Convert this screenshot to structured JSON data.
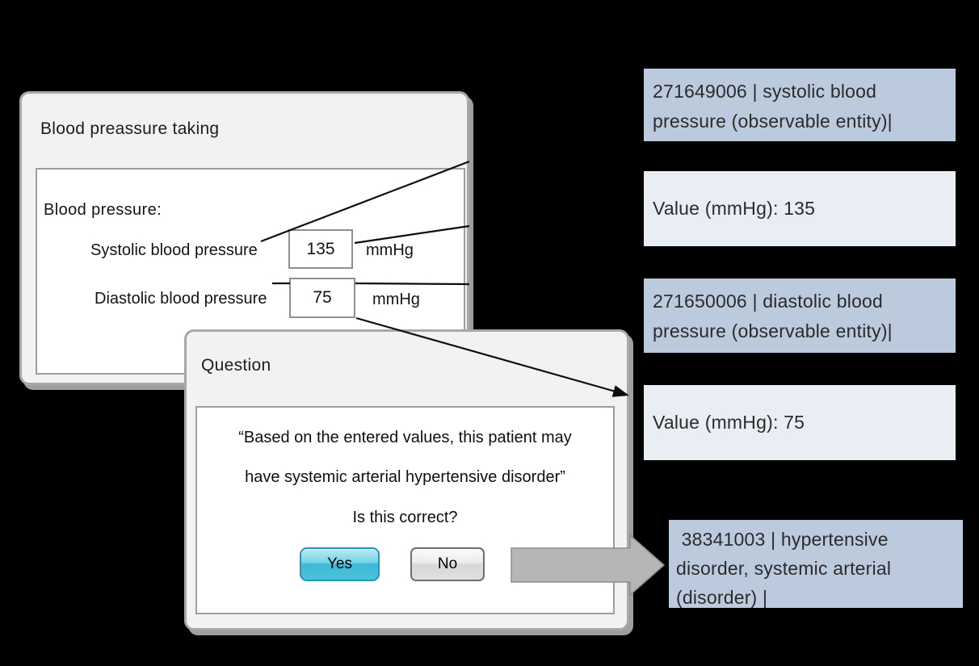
{
  "window_bp": {
    "title": "Blood preassure taking",
    "section_label": "Blood pressure:",
    "fields": [
      {
        "label": "Systolic blood pressure",
        "value": "135",
        "unit": "mmHg"
      },
      {
        "label": "Diastolic blood pressure",
        "value": "75",
        "unit": "mmHg"
      }
    ]
  },
  "dialog": {
    "title": "Question",
    "message_lines": [
      "“Based on the entered values, this patient may",
      "have systemic arterial hypertensive disorder”"
    ],
    "prompt": "Is this correct?",
    "buttons": {
      "yes": "Yes",
      "no": "No"
    }
  },
  "annotations": [
    {
      "name": "systolic-concept",
      "kind": "concept",
      "lines": [
        "271649006 | systolic blood",
        "pressure (observable entity)|"
      ]
    },
    {
      "name": "systolic-value",
      "kind": "value",
      "lines": [
        "Value (mmHg): 135"
      ]
    },
    {
      "name": "diastolic-concept",
      "kind": "concept",
      "lines": [
        "271650006 | diastolic blood",
        "pressure (observable entity)|"
      ]
    },
    {
      "name": "diastolic-value",
      "kind": "value",
      "lines": [
        "Value (mmHg): 75"
      ]
    },
    {
      "name": "disorder-concept",
      "kind": "concept",
      "lines": [
        " 38341003 | hypertensive",
        "disorder, systemic arterial",
        "(disorder) |"
      ]
    }
  ],
  "colors": {
    "background": "#000000",
    "window_fill": "#f2f2f2",
    "window_border": "#a8a8a8",
    "panel_fill": "#ffffff",
    "concept_box_fill": "#bccade",
    "value_box_fill": "#e9edf4",
    "yes_button_fill": "#45c1dd",
    "yes_button_border": "#2097b8",
    "no_button_fill": "#e0e0e0",
    "result_arrow_fill": "#b6b6b6",
    "connector_line_color": "#0d0d0d"
  }
}
